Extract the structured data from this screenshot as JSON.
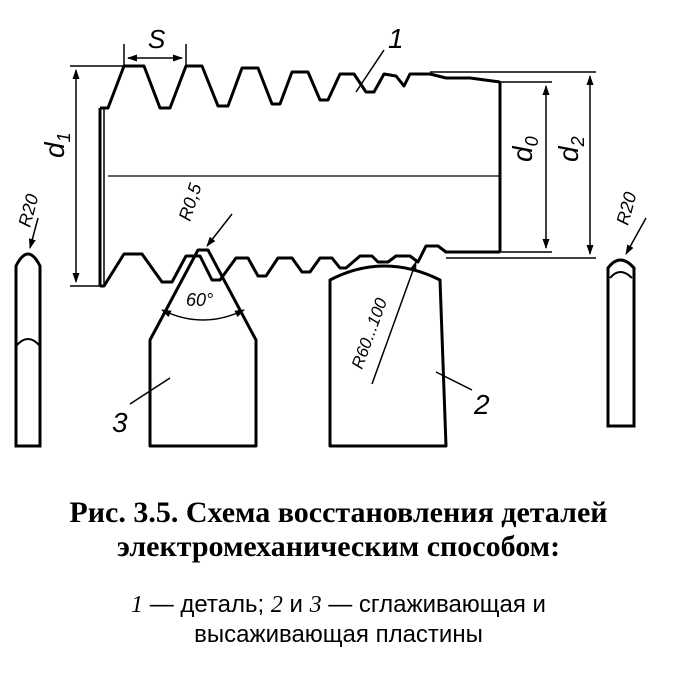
{
  "labels": {
    "pitch": "S",
    "part_number": "1",
    "d1": "d",
    "d1_sub": "1",
    "d0": "d",
    "d0_sub": "0",
    "d2": "d",
    "d2_sub": "2",
    "r20_left": "R20",
    "r20_right": "R20",
    "r05": "R0,5",
    "angle": "60°",
    "r60_100": "R60...100",
    "plate2_number": "2",
    "plate3_number": "3"
  },
  "caption": {
    "line1": "Рис. 3.5. Схема восстановления деталей",
    "line2": "электромеханическим способом:"
  },
  "legend": {
    "n1": "1",
    "t1": " — деталь; ",
    "n2": "2",
    "t2": " и ",
    "n3": "3",
    "t3": " — сглаживающая и",
    "line2": "высаживающая пластины"
  }
}
